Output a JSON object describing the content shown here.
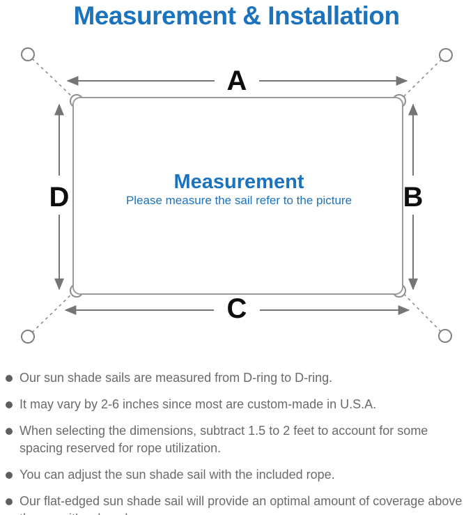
{
  "page": {
    "title": "Measurement & Installation"
  },
  "diagram": {
    "labels": {
      "top": "A",
      "right": "B",
      "bottom": "C",
      "left": "D"
    },
    "center": {
      "title": "Measurement",
      "subtitle": "Please measure the sail refer to the picture"
    },
    "colors": {
      "accent_blue": "#1b73bd",
      "arrow_gray": "#757575",
      "outline_gray": "#9b9b9b",
      "note_text_gray": "#6a6a6a",
      "label_black": "#0d0d0d"
    }
  },
  "notes": {
    "items": [
      "Our sun shade sails are measured from D-ring to D-ring.",
      "It may vary by 2-6 inches since most are custom-made in U.S.A.",
      "When selecting the dimensions, subtract 1.5 to 2 feet to account for some spacing reserved for rope utilization.",
      "You can adjust the sun shade sail with the included rope.",
      "Our flat-edged sun shade sail will provide an optimal amount of coverage above the area it’ s placed."
    ]
  }
}
